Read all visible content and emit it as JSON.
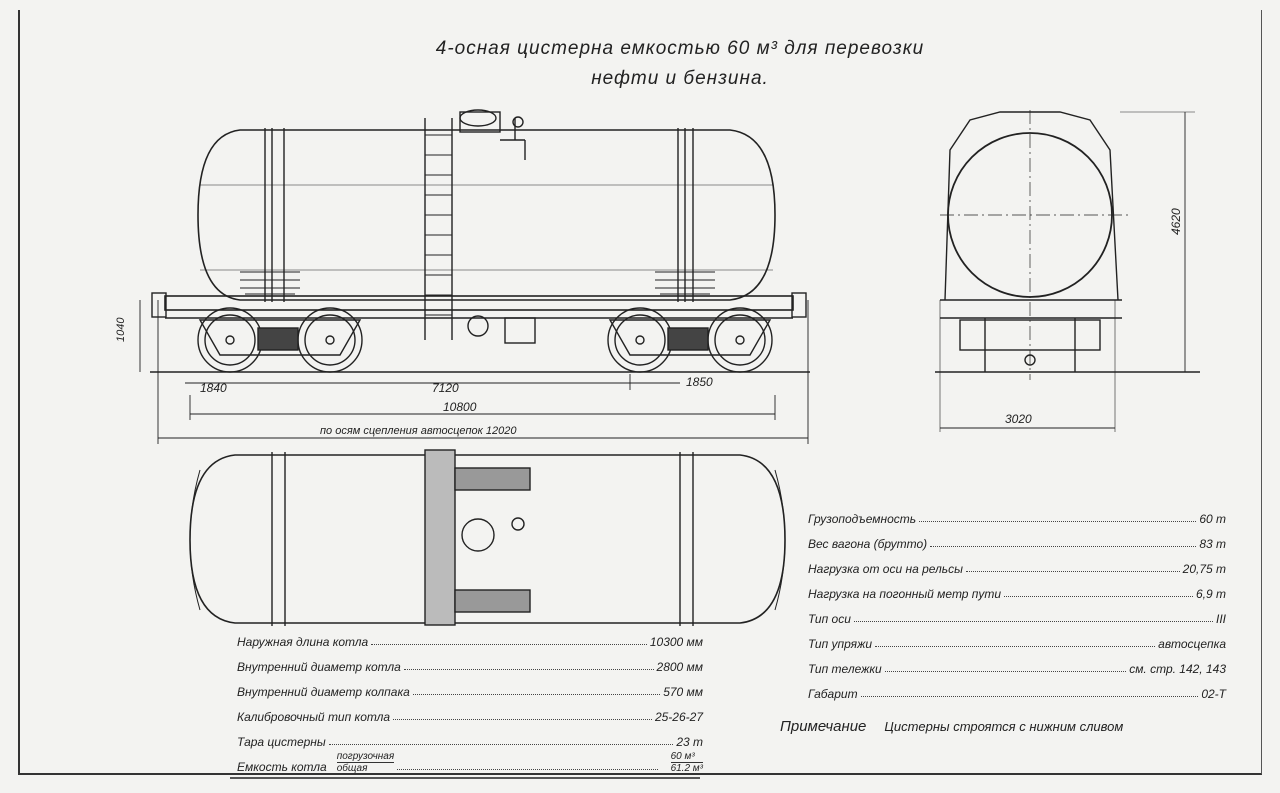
{
  "title": {
    "line1": "4-осная цистерна емкостью 60 м³ для перевозки",
    "line2": "нефти и бензина."
  },
  "dimensions": {
    "height_coupler": "1040",
    "bogie_end": "1840",
    "bogie_centers": "7120",
    "wheelbase": "1850",
    "frame_length": "10800",
    "coupler_length": "по осям сцепления автосцепок 12020",
    "total_height": "4620",
    "width": "3020"
  },
  "specs_left": [
    {
      "label": "Наружная длина котла",
      "value": "10300 мм"
    },
    {
      "label": "Внутренний диаметр котла",
      "value": "2800 мм"
    },
    {
      "label": "Внутренний диаметр колпака",
      "value": "570 мм"
    },
    {
      "label": "Калибровочный тип котла",
      "value": "25-26-27"
    },
    {
      "label": "Тара цистерны",
      "value": "23 т"
    }
  ],
  "capacity": {
    "label": "Емкость котла",
    "sub1": "погрузочная",
    "sub2": "общая",
    "val1": "60 м³",
    "val2": "61.2 м³"
  },
  "specs_right": [
    {
      "label": "Грузоподъемность",
      "value": "60 т"
    },
    {
      "label": "Вес вагона (брутто)",
      "value": "83 т"
    },
    {
      "label": "Нагрузка от оси на рельсы",
      "value": "20,75 т"
    },
    {
      "label": "Нагрузка на погонный метр пути",
      "value": "6,9 т"
    },
    {
      "label": "Тип оси",
      "value": "III"
    },
    {
      "label": "Тип упряжи",
      "value": "автосцепка"
    },
    {
      "label": "Тип тележки",
      "value": "см. стр. 142, 143"
    },
    {
      "label": "Габарит",
      "value": "02-Т"
    }
  ],
  "note": {
    "label": "Примечание",
    "text": "Цистерны строятся с нижним сливом"
  }
}
